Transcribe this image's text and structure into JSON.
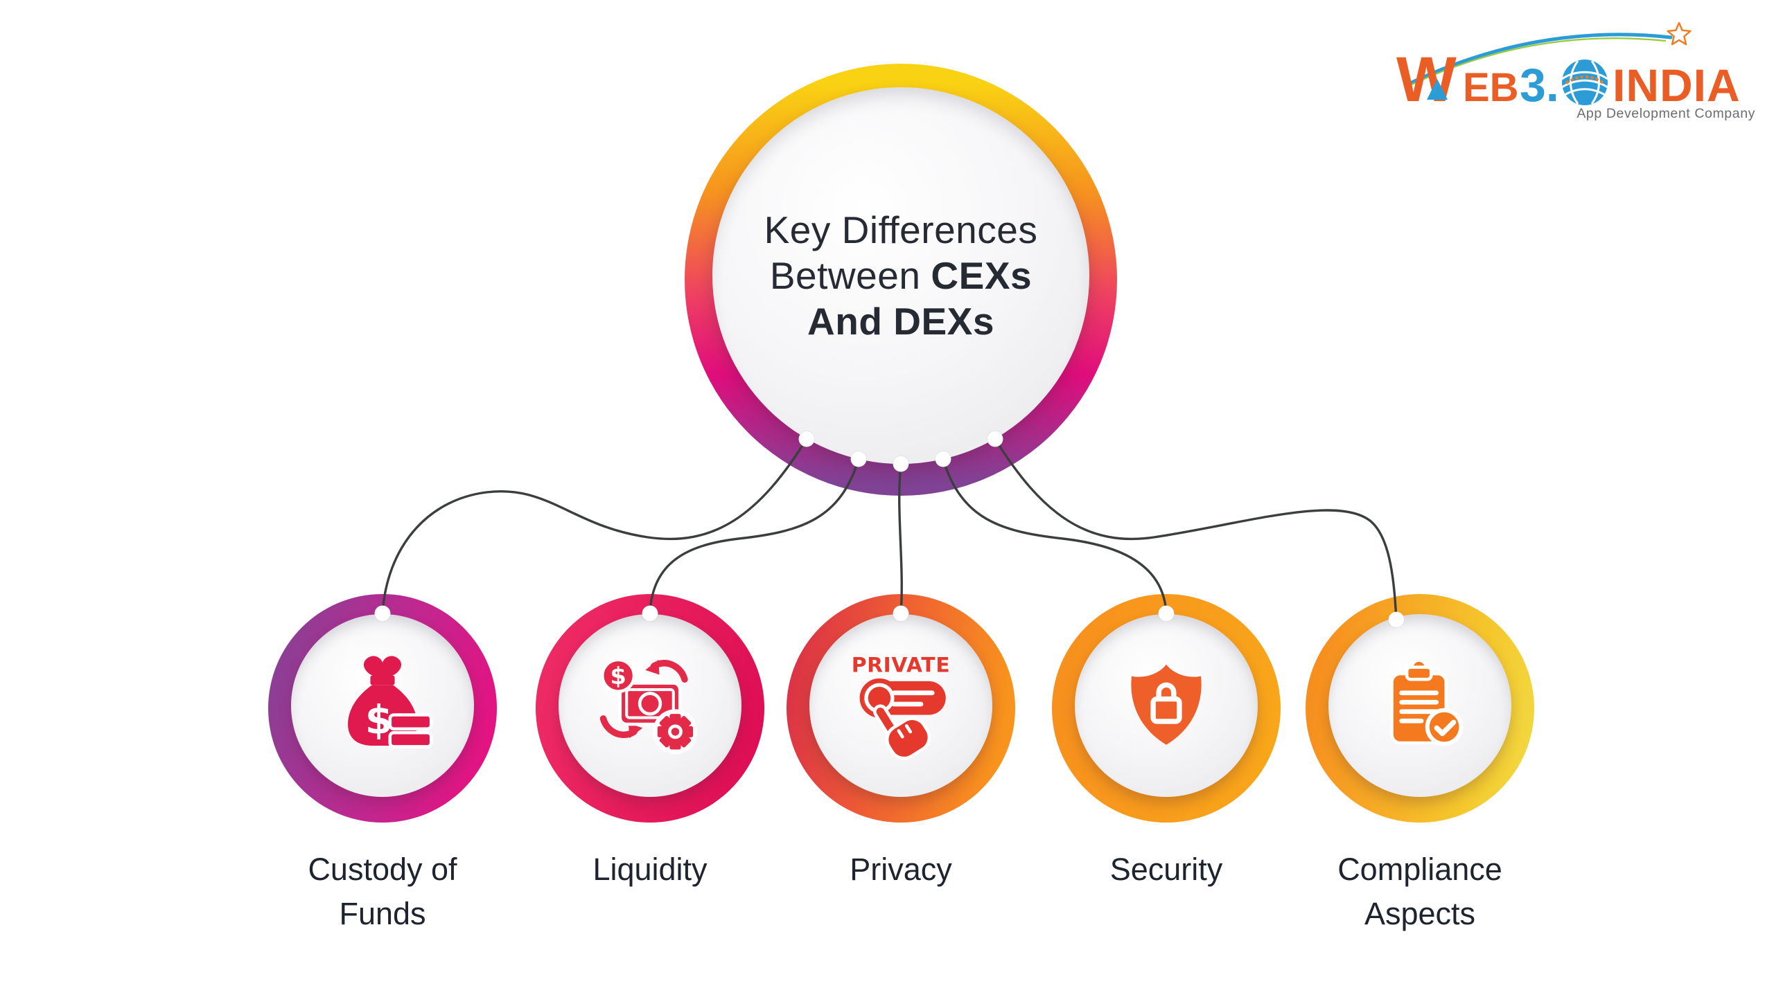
{
  "page": {
    "background": "#ffffff"
  },
  "logo": {
    "brand_w": "W",
    "brand_eb": "EB",
    "brand_number": "3.",
    "brand_india": "INDIA",
    "tagline": "App Development Company",
    "colors": {
      "orange": "#ea5d25",
      "blue": "#2b9cd6",
      "green": "#97c93d",
      "tagline_gray": "#6b6d70"
    }
  },
  "center": {
    "title_line1": "Key Differences",
    "title_line2_regular": "Between",
    "title_line2_bold": "CEXs",
    "title_line3_bold": "And DEXs",
    "text_color": "#252a33",
    "ring_gradient": {
      "angle": "180deg",
      "stops": [
        "#f9d313 4%",
        "#f6921f 30%",
        "#ee3f63 54%",
        "#e00d7c 72%",
        "#7f4294 97%"
      ]
    }
  },
  "diagram": {
    "connector_color": "#3a3f3e",
    "label_color": "#1d242e",
    "node_count": 5
  },
  "nodes": [
    {
      "label": "Custody of Funds",
      "icon": "money-bag-icon",
      "icon_text": "$",
      "icon_color": "#e01a4c",
      "ring_gradient": {
        "angle": "105deg",
        "stops": [
          "#8b3f95 8%",
          "#c2268f 55%",
          "#e8107f 95%"
        ]
      }
    },
    {
      "label": "Liquidity",
      "icon": "money-exchange-icon",
      "icon_text": "$",
      "icon_color": "#e32a49",
      "ring_gradient": {
        "angle": "105deg",
        "stops": [
          "#f02e66",
          "#dc0b53"
        ]
      }
    },
    {
      "label": "Privacy",
      "icon": "private-button-icon",
      "icon_text": "PRIVATE",
      "icon_color": "#e6392e",
      "ring_gradient": {
        "angle": "100deg",
        "stops": [
          "#da3147 5%",
          "#ef5f33 45%",
          "#f8941d 90%"
        ]
      }
    },
    {
      "label": "Security",
      "icon": "shield-lock-icon",
      "icon_color": "#ee5f2a",
      "ring_gradient": {
        "angle": "100deg",
        "stops": [
          "#f78e1e",
          "#f9a81a"
        ]
      }
    },
    {
      "label": "Compliance Aspects",
      "icon": "clipboard-check-icon",
      "icon_color": "#f5791f",
      "ring_gradient": {
        "angle": "100deg",
        "stops": [
          "#f78f1f 10%",
          "#f5c62c 70%",
          "#f2d840 95%"
        ]
      }
    }
  ]
}
